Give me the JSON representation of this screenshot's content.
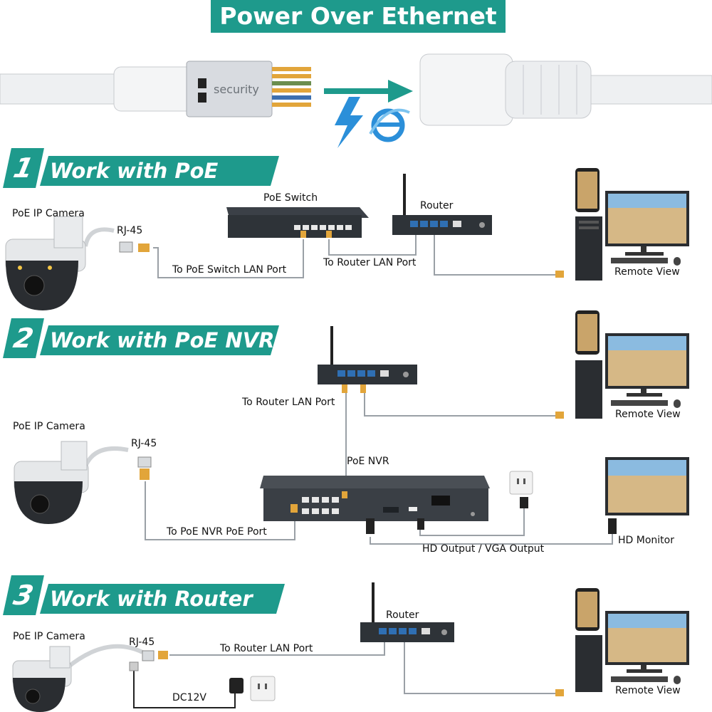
{
  "header": {
    "title": "Power Over Ethernet",
    "brand_on_plug": "security"
  },
  "sections": [
    {
      "number": "1",
      "title": "Work with PoE Switch",
      "labels": {
        "camera": "PoE IP Camera",
        "rj45": "RJ-45",
        "switch": "PoE Switch",
        "router": "Router",
        "to_switch": "To PoE Switch LAN Port",
        "to_router": "To Router LAN Port",
        "remote": "Remote View"
      }
    },
    {
      "number": "2",
      "title": "Work with PoE NVR",
      "labels": {
        "camera": "PoE IP Camera",
        "rj45": "RJ-45",
        "to_router": "To Router LAN Port",
        "nvr": "PoE NVR",
        "to_nvr": "To PoE NVR PoE Port",
        "hd_output": "HD Output / VGA Output",
        "hd_monitor": "HD Monitor",
        "remote": "Remote View"
      }
    },
    {
      "number": "3",
      "title": "Work with Router",
      "labels": {
        "camera": "PoE IP Camera",
        "rj45": "RJ-45",
        "router": "Router",
        "to_router": "To Router LAN Port",
        "dc": "DC12V",
        "remote": "Remote View"
      }
    }
  ],
  "colors": {
    "accent": "#1e9a8c",
    "cable_gray": "#9aa0a6",
    "port_blue": "#2f6fb3",
    "lightning": "#2b8fd9",
    "device_dark": "#2d3238"
  },
  "icons": [
    "lightning-icon",
    "ie-icon",
    "arrow-right-icon",
    "power-outlet-icon",
    "power-adapter-icon"
  ]
}
